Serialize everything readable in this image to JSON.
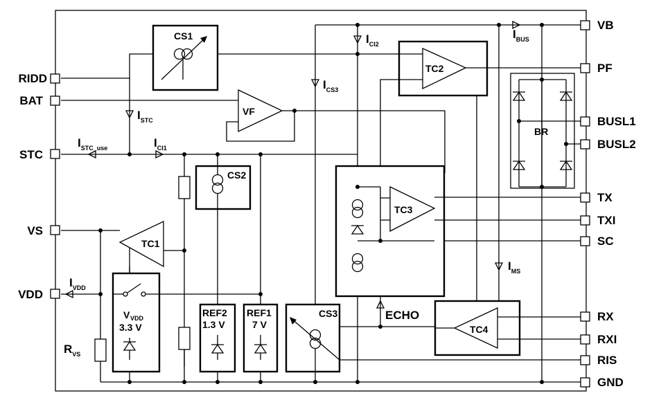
{
  "pins_left": [
    {
      "id": "ridd",
      "label": "RIDD"
    },
    {
      "id": "bat",
      "label": "BAT"
    },
    {
      "id": "stc",
      "label": "STC"
    },
    {
      "id": "vs",
      "label": "VS"
    },
    {
      "id": "vdd",
      "label": "VDD"
    }
  ],
  "pins_right": [
    {
      "id": "vb",
      "label": "VB"
    },
    {
      "id": "pf",
      "label": "PF"
    },
    {
      "id": "busl1",
      "label": "BUSL1"
    },
    {
      "id": "busl2",
      "label": "BUSL2"
    },
    {
      "id": "tx",
      "label": "TX"
    },
    {
      "id": "txi",
      "label": "TXI"
    },
    {
      "id": "sc",
      "label": "SC"
    },
    {
      "id": "rx",
      "label": "RX"
    },
    {
      "id": "rxi",
      "label": "RXI"
    },
    {
      "id": "ris",
      "label": "RIS"
    },
    {
      "id": "gnd",
      "label": "GND"
    }
  ],
  "blocks": {
    "cs1": "CS1",
    "cs2": "CS2",
    "cs3": "CS3",
    "vf": "VF",
    "tc1": "TC1",
    "tc2": "TC2",
    "tc3": "TC3",
    "tc4": "TC4",
    "br": "BR",
    "ref2": {
      "name": "REF2",
      "value": "1.3 V"
    },
    "ref1": {
      "name": "REF1",
      "value": "7 V"
    },
    "vdd_reg": {
      "name": "V",
      "sub": "VDD",
      "value": "3.3 V"
    }
  },
  "currents": {
    "i_stc": {
      "main": "I",
      "sub": "STC"
    },
    "i_stc_use": {
      "main": "I",
      "sub": "STC_use"
    },
    "i_ci1": {
      "main": "I",
      "sub": "CI1"
    },
    "i_ci2": {
      "main": "I",
      "sub": "CI2"
    },
    "i_cs3": {
      "main": "I",
      "sub": "CS3"
    },
    "i_bus": {
      "main": "I",
      "sub": "BUS"
    },
    "i_ms": {
      "main": "I",
      "sub": "MS"
    },
    "i_vdd": {
      "main": "I",
      "sub": "VDD"
    }
  },
  "resistor_rvs": {
    "main": "R",
    "sub": "VS"
  },
  "echo": "ECHO"
}
